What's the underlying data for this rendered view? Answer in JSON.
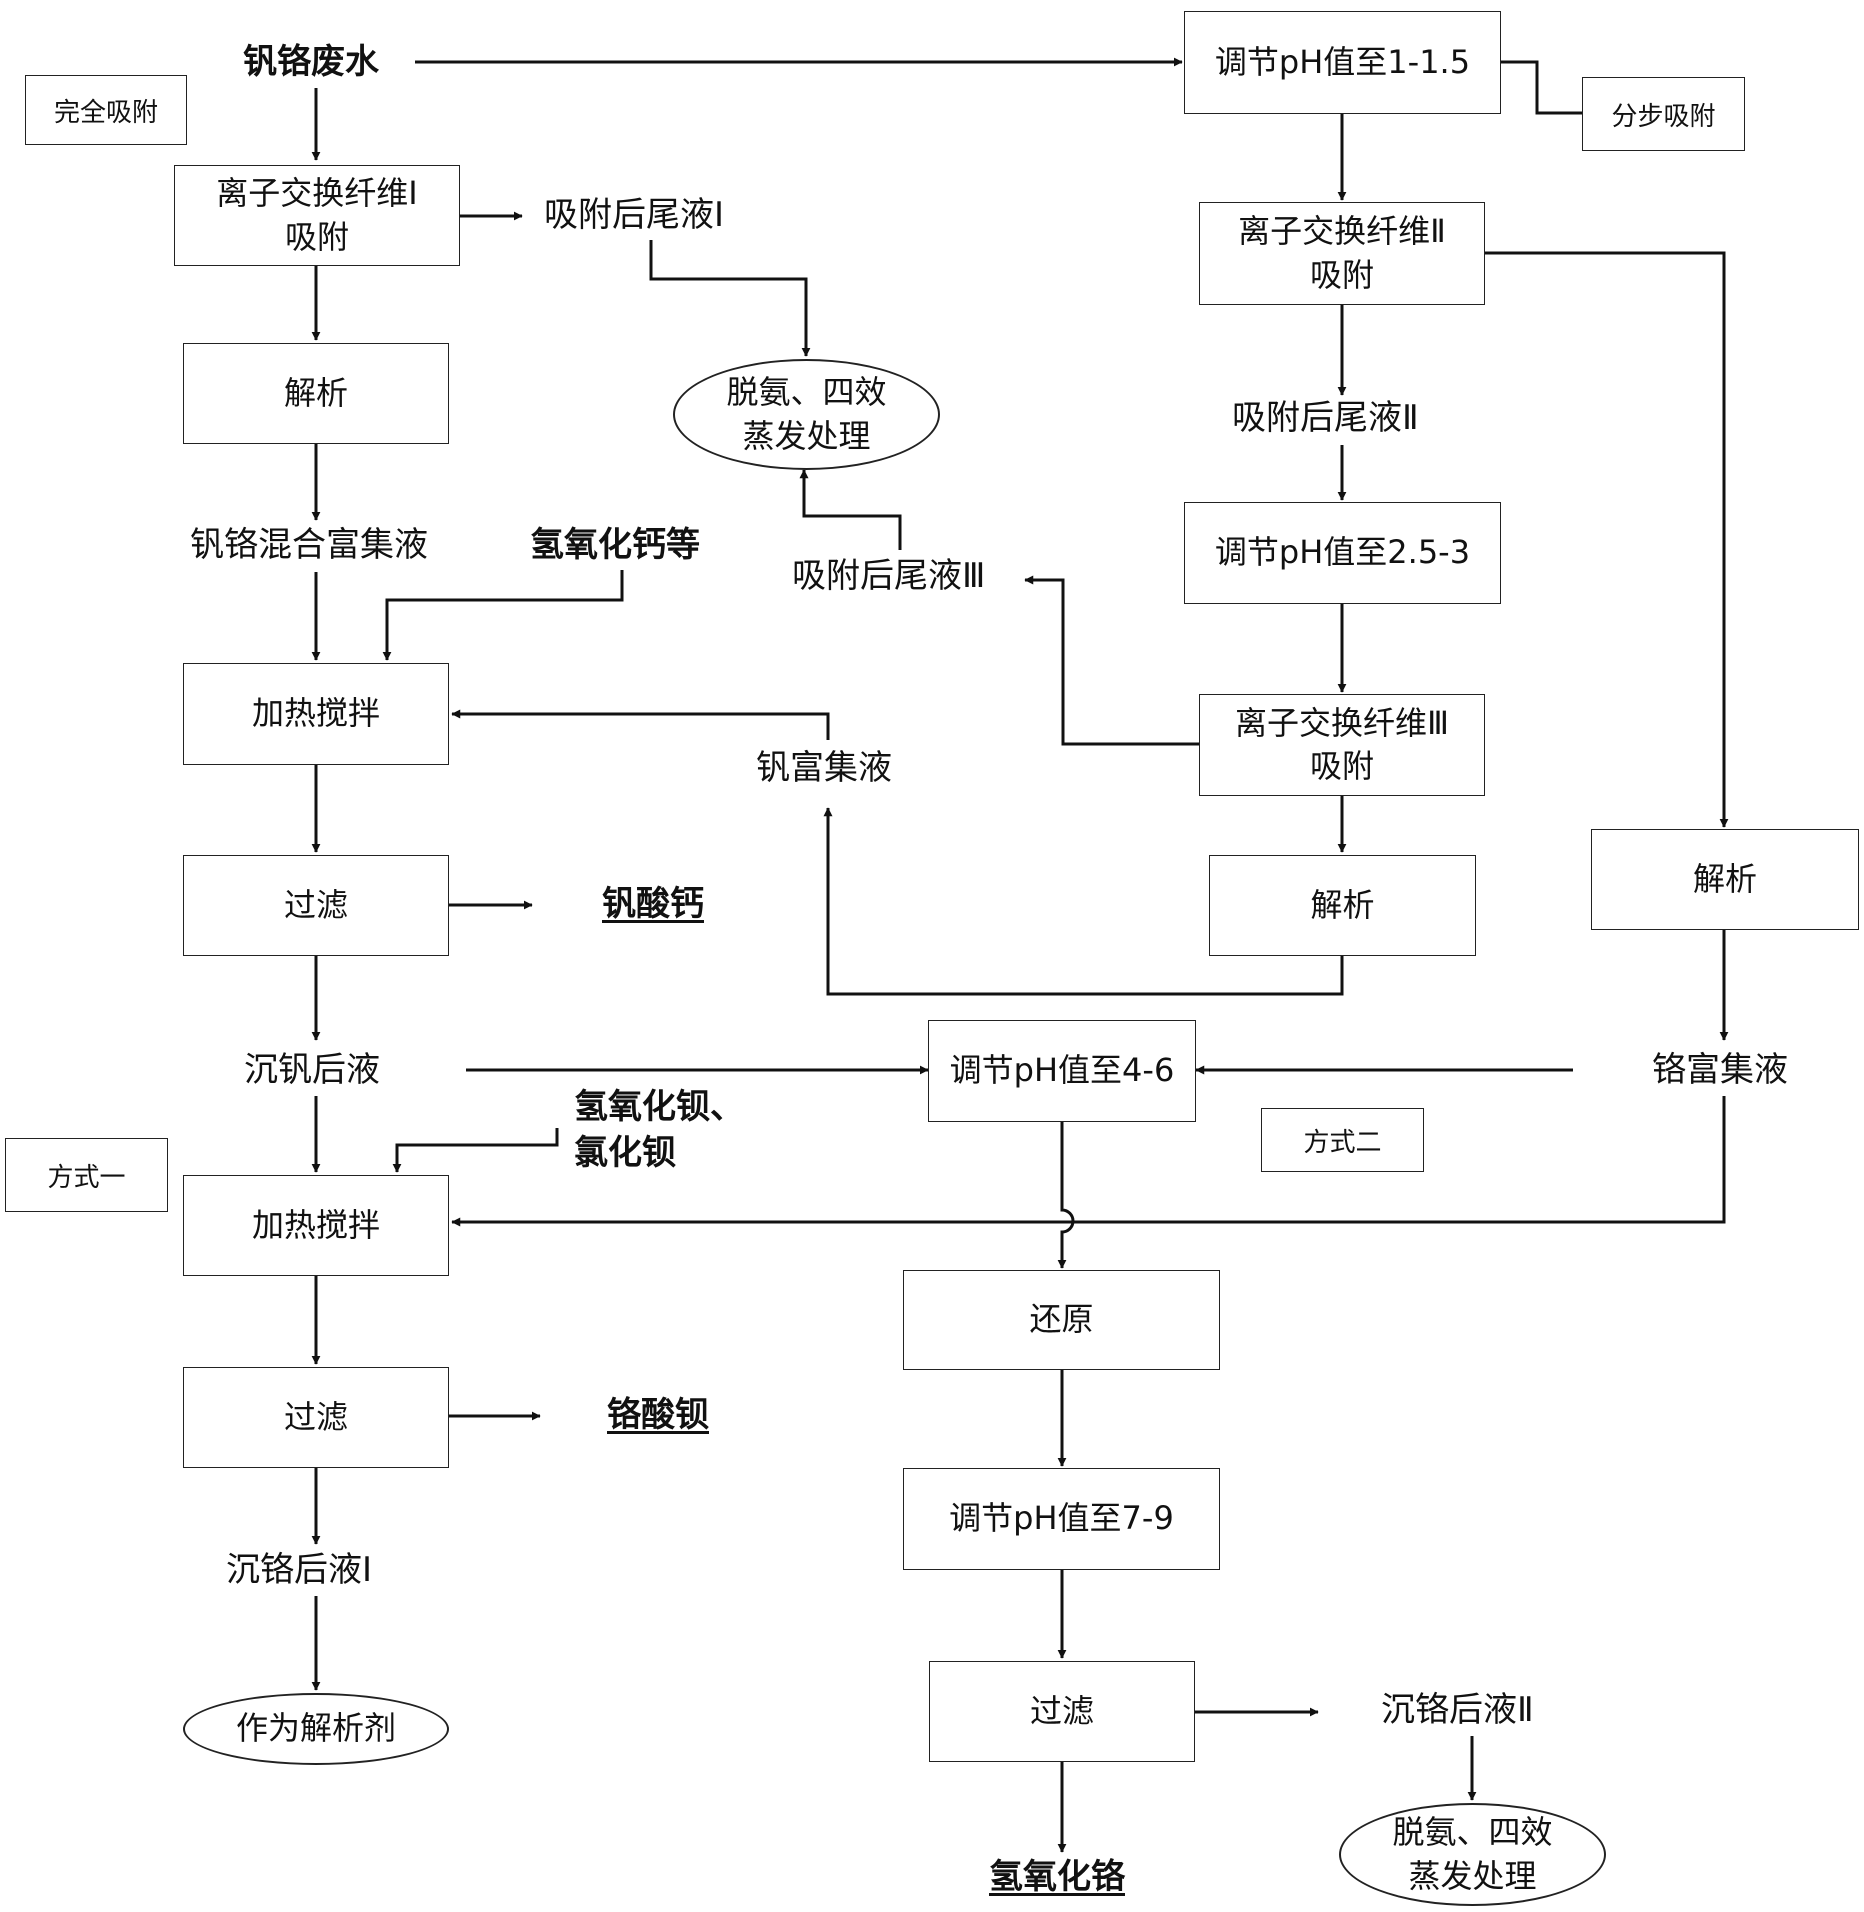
{
  "inputs": {
    "wastewater": "钒铬废水",
    "calcium_hydroxide": "氢氧化钙等",
    "barium_reagents": "氢氧化钡、\n氯化钡"
  },
  "mode_tags": {
    "complete_adsorption": "完全吸附",
    "stepwise_adsorption": "分步吸附",
    "method_one": "方式一",
    "method_two": "方式二"
  },
  "left_path": {
    "fiber_1": "离子交换纤维Ⅰ\n吸附",
    "tail_1": "吸附后尾液Ⅰ",
    "desorb": "解析",
    "mixed_enriched": "钒铬混合富集液",
    "heat_stir_1": "加热搅拌",
    "filter_1": "过滤",
    "calcium_vanadate": "钒酸钙",
    "after_v_precip": "沉钒后液",
    "heat_stir_2": "加热搅拌",
    "filter_2": "过滤",
    "barium_chromate": "铬酸钡",
    "after_cr_precip_1": "沉铬后液Ⅰ",
    "as_desorbent": "作为解析剂"
  },
  "right_path": {
    "ph_1": "调节pH值至1-1.5",
    "fiber_2": "离子交换纤维Ⅱ\n吸附",
    "tail_2": "吸附后尾液Ⅱ",
    "ph_2": "调节pH值至2.5-3",
    "fiber_3": "离子交换纤维Ⅲ\n吸附",
    "tail_3": "吸附后尾液Ⅲ",
    "desorb_3": "解析",
    "v_enriched": "钒富集液",
    "desorb_2": "解析",
    "cr_enriched": "铬富集液"
  },
  "center_path": {
    "ph_3": "调节pH值至4-6",
    "reduce": "还原",
    "ph_4": "调节pH值至7-9",
    "filter_3": "过滤",
    "chromium_hydroxide": "氢氧化铬",
    "after_cr_precip_2": "沉铬后液Ⅱ"
  },
  "treatment": {
    "deammoniation_1": "脱氨、四效\n蒸发处理",
    "deammoniation_2": "脱氨、四效\n蒸发处理"
  }
}
